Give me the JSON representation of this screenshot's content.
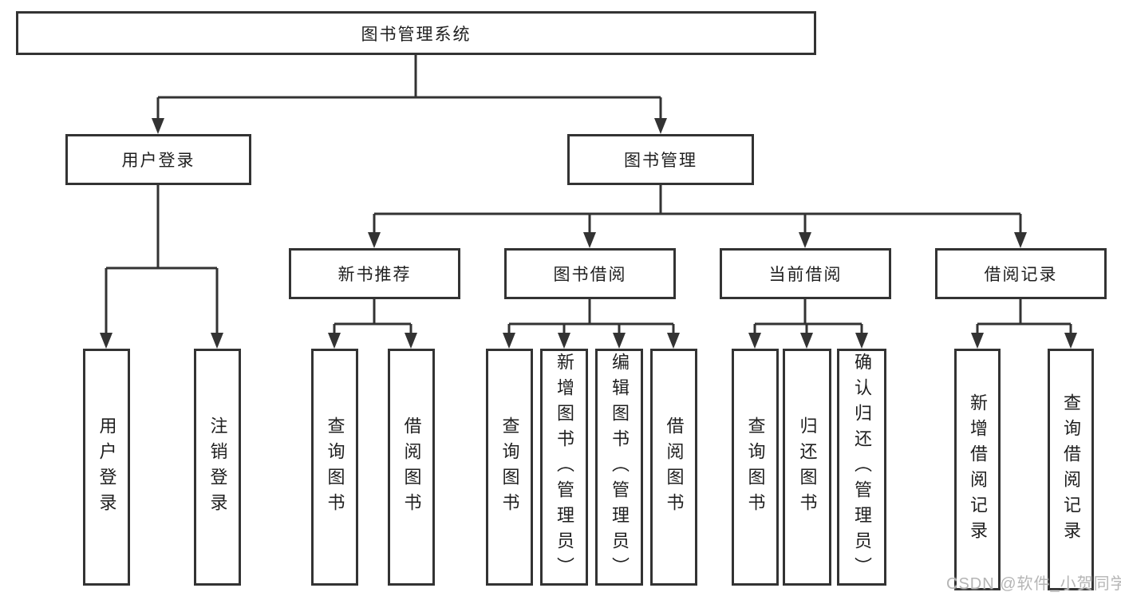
{
  "diagram": {
    "tree": {
      "label": "图书管理系统",
      "children": [
        {
          "label": "用户登录",
          "children": [
            {
              "label": "用户登录"
            },
            {
              "label": "注销登录"
            }
          ]
        },
        {
          "label": "图书管理",
          "children": [
            {
              "label": "新书推荐",
              "children": [
                {
                  "label": "查询图书"
                },
                {
                  "label": "借阅图书"
                }
              ]
            },
            {
              "label": "图书借阅",
              "children": [
                {
                  "label": "查询图书"
                },
                {
                  "label": "新增图书（管理员）"
                },
                {
                  "label": "编辑图书（管理员）"
                },
                {
                  "label": "借阅图书"
                }
              ]
            },
            {
              "label": "当前借阅",
              "children": [
                {
                  "label": "查询图书"
                },
                {
                  "label": "归还图书"
                },
                {
                  "label": "确认归还（管理员）"
                }
              ]
            },
            {
              "label": "借阅记录",
              "children": [
                {
                  "label": "新增借阅记录"
                },
                {
                  "label": "查询借阅记录"
                }
              ]
            }
          ]
        }
      ]
    },
    "colors": {
      "line": "#333333",
      "box_border": "#333333",
      "text": "#1f1f1f",
      "watermark": "#b5b5b5"
    }
  },
  "watermark": {
    "text": "CSDN @软件_小贺同学"
  }
}
